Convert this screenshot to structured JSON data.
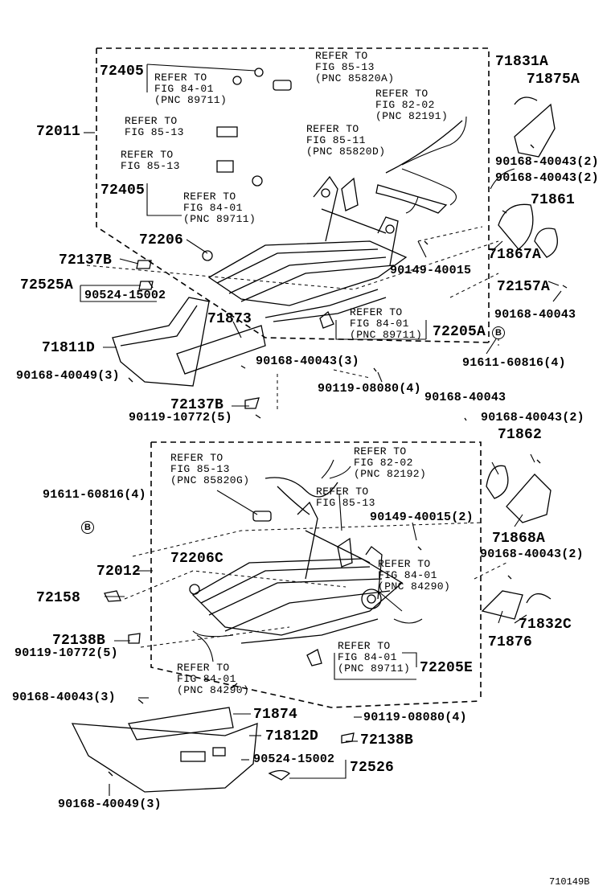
{
  "labels": {
    "p72405_a": "72405",
    "p72405_b": "72405",
    "p72011": "72011",
    "p72206": "72206",
    "p72137B_a": "72137B",
    "p72525A": "72525A",
    "p90524_a": "90524-15002",
    "p71873": "71873",
    "p71811D": "71811D",
    "p90168_40049_a": "90168-40049(3)",
    "p90168_40043_3a": "90168-40043(3)",
    "p72137B_b": "72137B",
    "p90119_10772_a": "90119-10772(5)",
    "p90119_08080_a": "90119-08080(4)",
    "p72205A": "72205A",
    "p90149_40015": "90149-40015",
    "p71831A": "71831A",
    "p71875A": "71875A",
    "p90168_40043_2a": "90168-40043(2)",
    "p90168_40043_2b": "90168-40043(2)",
    "p71861": "71861",
    "p71867A": "71867A",
    "p72157A": "72157A",
    "p90168_40043_s1": "90168-40043",
    "p91611_a": "91611-60816(4)",
    "p90168_40043_s2": "90168-40043",
    "p90168_40043_2c": "90168-40043(2)",
    "p71862": "71862",
    "p71868A": "71868A",
    "p90168_40043_2d": "90168-40043(2)",
    "p71832C": "71832C",
    "p71876": "71876",
    "p91611_b": "91611-60816(4)",
    "p72012": "72012",
    "p72206C": "72206C",
    "p72158": "72158",
    "p72138B_a": "72138B",
    "p90119_10772_b": "90119-10772(5)",
    "p90149_40015_2": "90149-40015(2)",
    "p72205E": "72205E",
    "p90168_40043_3b": "90168-40043(3)",
    "p71874": "71874",
    "p71812D": "71812D",
    "p90119_08080_b": "90119-08080(4)",
    "p72138B_b": "72138B",
    "p90524_b": "90524-15002",
    "p72526": "72526",
    "p90168_40049_b": "90168-40049(3)"
  },
  "refs": {
    "r1": "REFER TO\nFIG 85-13\n(PNC 85820A)",
    "r2": "REFER TO\nFIG 84-01\n(PNC 89711)",
    "r3": "REFER TO\nFIG 82-02\n(PNC 82191)",
    "r4": "REFER TO\nFIG 85-13",
    "r5": "REFER TO\nFIG 85-11\n(PNC 85820D)",
    "r6": "REFER TO\nFIG 85-13",
    "r7": "REFER TO\nFIG 84-01\n(PNC 89711)",
    "r8": "REFER TO\nFIG 84-01\n(PNC 89711)",
    "r9": "REFER TO\nFIG 85-13\n(PNC 85820G)",
    "r10": "REFER TO\nFIG 82-02\n(PNC 82192)",
    "r11": "REFER TO\nFIG 85-13",
    "r12": "REFER TO\nFIG 84-01\n(PNC 84290)",
    "r13": "REFER TO\nFIG 84-01\n(PNC 84290)",
    "r14": "REFER TO\nFIG 84-01\n(PNC 89711)"
  },
  "markers": {
    "b1": "B",
    "b2": "B"
  },
  "diagram_code": "710149B"
}
